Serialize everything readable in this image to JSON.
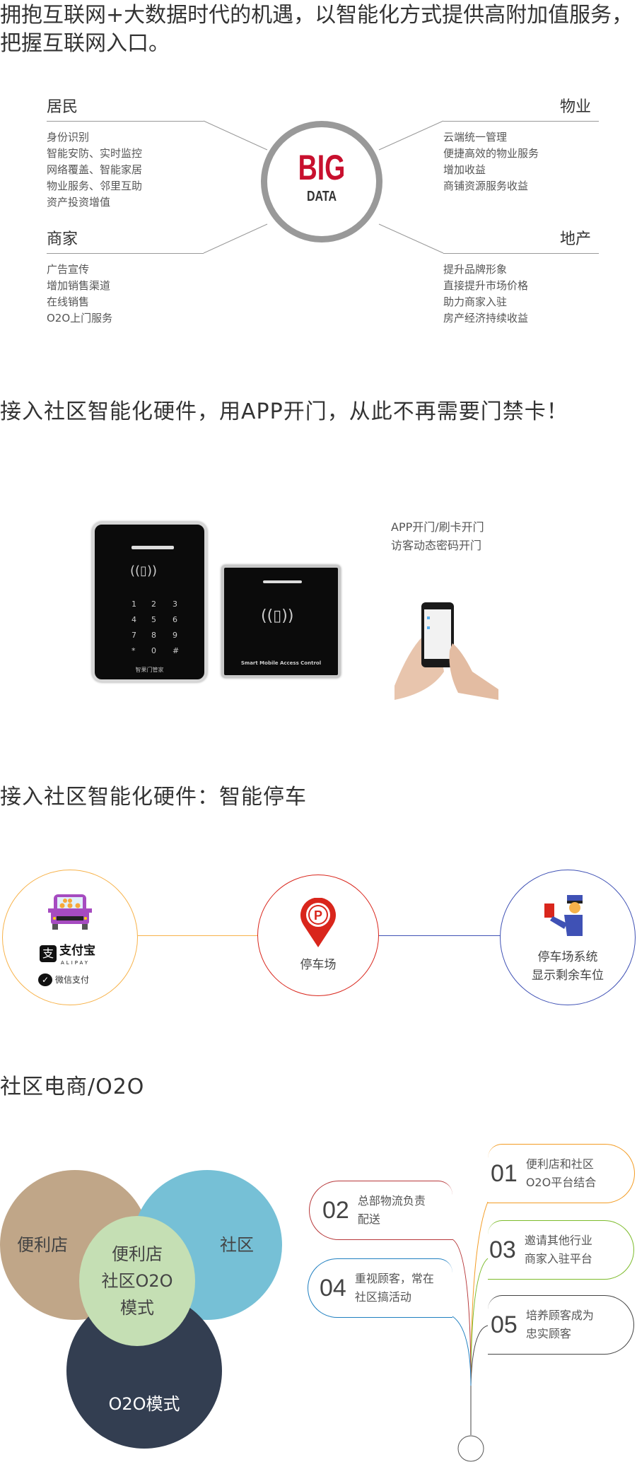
{
  "intro": "拥抱互联网+大数据时代的机遇，以智能化方式提供高附加值服务，把握互联网入口。",
  "bigdata": {
    "big": "BIG",
    "data": "DATA",
    "residents": {
      "title": "居民",
      "items": [
        "身份识别",
        "智能安防、实时监控",
        "网络覆盖、智能家居",
        "物业服务、邻里互助",
        "资产投资增值"
      ]
    },
    "property": {
      "title": "物业",
      "items": [
        "云端统一管理",
        "便捷高效的物业服务",
        "增加收益",
        "商铺资源服务收益"
      ]
    },
    "merchants": {
      "title": "商家",
      "items": [
        "广告宣传",
        "增加销售渠道",
        "在线销售",
        "O2O上门服务"
      ]
    },
    "realestate": {
      "title": "地产",
      "items": [
        "提升品牌形象",
        "直接提升市场价格",
        "助力商家入驻",
        "房产经济持续收益"
      ]
    }
  },
  "access": {
    "heading": "接入社区智能化硬件，用APP开门，从此不再需要门禁卡！",
    "features": [
      "APP开门/刷卡开门",
      "访客动态密码开门"
    ],
    "keypad": [
      "1",
      "2",
      "3",
      "4",
      "5",
      "6",
      "7",
      "8",
      "9",
      "*",
      "0",
      "#"
    ],
    "device1_label": "智果门管家",
    "device2_label": "Smart Mobile Access Control"
  },
  "parking": {
    "heading": "接入社区智能化硬件：智能停车",
    "alipay": "支付宝",
    "alipay_en": "ALIPAY",
    "wechat": "微信支付",
    "center": "停车场",
    "p": "P",
    "right": [
      "停车场系统",
      "显示剩余车位"
    ],
    "colors": {
      "left": "#f7b24a",
      "center": "#d9261c",
      "right": "#3f51b5"
    }
  },
  "o2o": {
    "heading": "社区电商/O2O",
    "venn": {
      "a": "便利店",
      "b": "社区",
      "c": "O2O模式",
      "center": [
        "便利店",
        "社区O2O",
        "模式"
      ]
    },
    "steps": [
      {
        "num": "01",
        "text": [
          "便利店和社区",
          "O2O平台结合"
        ],
        "color": "#f39c24"
      },
      {
        "num": "02",
        "text": [
          "总部物流负责",
          "配送"
        ],
        "color": "#b7383a"
      },
      {
        "num": "03",
        "text": [
          "邀请其他行业",
          "商家入驻平台"
        ],
        "color": "#7cbb2a"
      },
      {
        "num": "04",
        "text": [
          "重视顾客，常在",
          "社区搞活动"
        ],
        "color": "#1f7fc0"
      },
      {
        "num": "05",
        "text": [
          "培养顾客成为",
          "忠实顾客"
        ],
        "color": "#444444"
      }
    ]
  }
}
